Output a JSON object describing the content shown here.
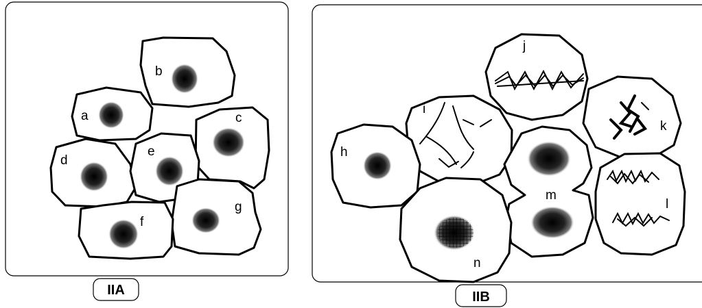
{
  "panels": {
    "left": {
      "caption": "IIA"
    },
    "right": {
      "caption": "IIB"
    }
  },
  "cells": {
    "a": "a",
    "b": "b",
    "c": "c",
    "d": "d",
    "e": "e",
    "f": "f",
    "g": "g",
    "h": "h",
    "i": "i",
    "j": "j",
    "k": "k",
    "l": "l",
    "m": "m",
    "n": "n"
  }
}
